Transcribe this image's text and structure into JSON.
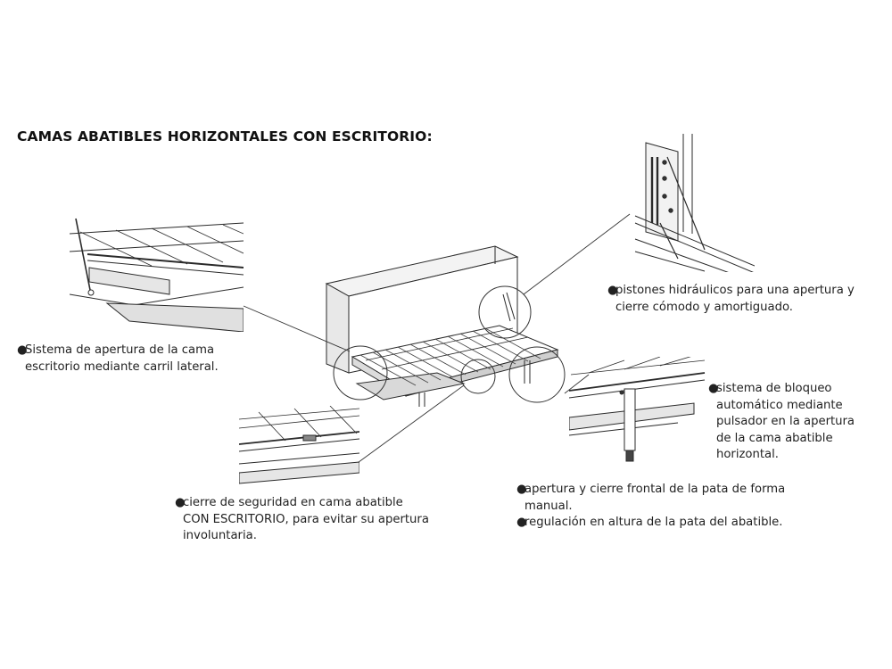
{
  "title": "CAMAS ABATIBLES HORIZONTALES CON ESCRITORIO:",
  "notes": {
    "side_rail": {
      "lines": [
        "Sistema de apertura de la cama",
        "escritorio mediante carril lateral."
      ]
    },
    "pistons": {
      "lines": [
        "pistones hidráulicos para una apertura y",
        "cierre cómodo y amortiguado."
      ]
    },
    "auto_lock": {
      "lines": [
        "sistema de bloqueo",
        "automático mediante",
        "pulsador en la apertura",
        "de la cama abatible",
        "horizontal."
      ]
    },
    "safety_lock": {
      "lines": [
        "cierre de seguridad en cama abatible",
        "CON ESCRITORIO, para evitar su apertura",
        "involuntaria."
      ]
    },
    "front_leg": {
      "lines": [
        "apertura y cierre frontal de la pata de forma",
        "manual."
      ]
    },
    "leg_height": {
      "lines": [
        "regulación en altura de la pata del abatible."
      ]
    }
  }
}
